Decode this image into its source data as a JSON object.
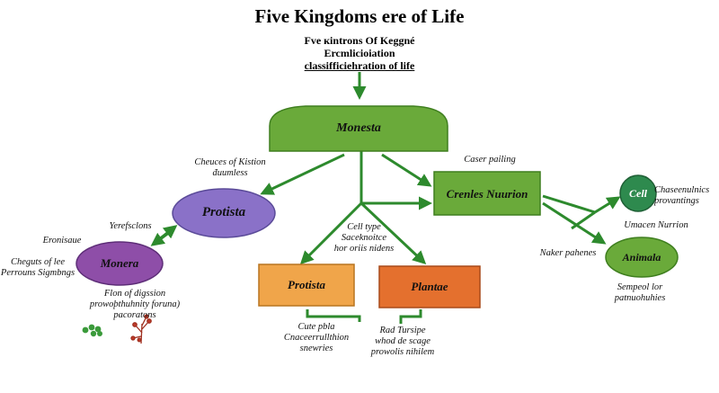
{
  "title": "Five Kingdoms ere of Life",
  "subtitle": {
    "line1": "Fve кintrons Of Keggné",
    "line2": "Ercmlicioiation",
    "line3": "classifficiehration of life"
  },
  "nodes": {
    "monesta": "Monesta",
    "protista_top": "Protista",
    "crenles": "Crenles Nuurion",
    "monera": "Monera",
    "protista_box": "Protista",
    "plantae": "Plantae",
    "cell": "Cell",
    "animala": "Animala"
  },
  "labels": {
    "cheuces": [
      "Cheuces of Kistion",
      "đuumless"
    ],
    "caser": "Caser pailing",
    "yerefsclons": "Yerefsclons",
    "eronisaue": "Eronisaue",
    "cheguts": [
      "Cheguts of lee",
      "Perrouns Sigmbngs"
    ],
    "cell_type": [
      "Cell type",
      "Saceknoitce",
      "hor oriis nidens"
    ],
    "flon": [
      "Flon of digssion",
      "prowoþthuhnity foruna)",
      "pacoratons"
    ],
    "cute": [
      "Cute pbla",
      "Cnaceerrullthion",
      "snewries"
    ],
    "rad": [
      "Rad Tursipe",
      "whod de scage",
      "prowolis nihilem"
    ],
    "chaseen": [
      "Chaseenulnics",
      "provantings"
    ],
    "umacen": "Umacen Nurrion",
    "naker": "Naker pahenes",
    "sempeol": [
      "Sempeol lor",
      "patnuohuhies"
    ]
  },
  "colors": {
    "green_fill": "#6aaa3a",
    "green_stroke": "#3f7f1f",
    "arrow_green": "#2d8a2d",
    "purple": "#8a71c8",
    "violet": "#8e4ea8",
    "orange_light": "#f0a54a",
    "orange_dark": "#e4702e"
  },
  "icons": [
    "green-dots-icon",
    "red-plant-icon"
  ]
}
